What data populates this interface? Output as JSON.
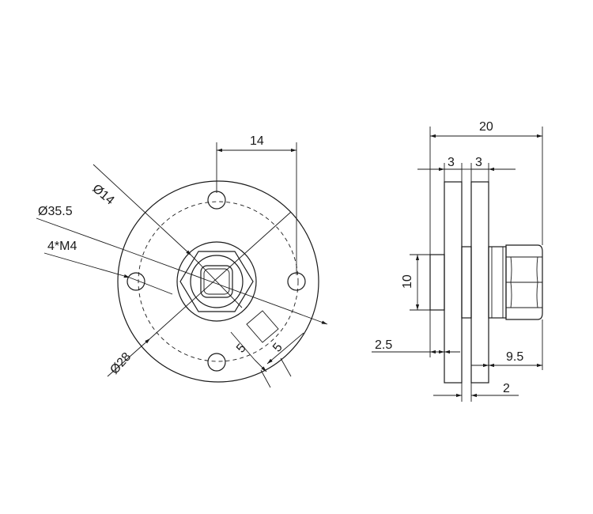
{
  "front_view": {
    "dim_holes_spacing": "14",
    "dim_bore": "Ø14",
    "dim_outer": "Ø35.5",
    "dim_holes": "4*M4",
    "dim_bolt_circle": "Ø28",
    "dim_flat_a": "5",
    "dim_flat_b": "5"
  },
  "side_view": {
    "dim_total": "20",
    "dim_plate_a": "3",
    "dim_plate_b": "3",
    "dim_bore_depth": "10",
    "dim_offset": "2.5",
    "dim_nut": "9.5",
    "dim_gap": "2"
  },
  "colors": {
    "line": "#1a1a1a",
    "background": "#ffffff"
  }
}
